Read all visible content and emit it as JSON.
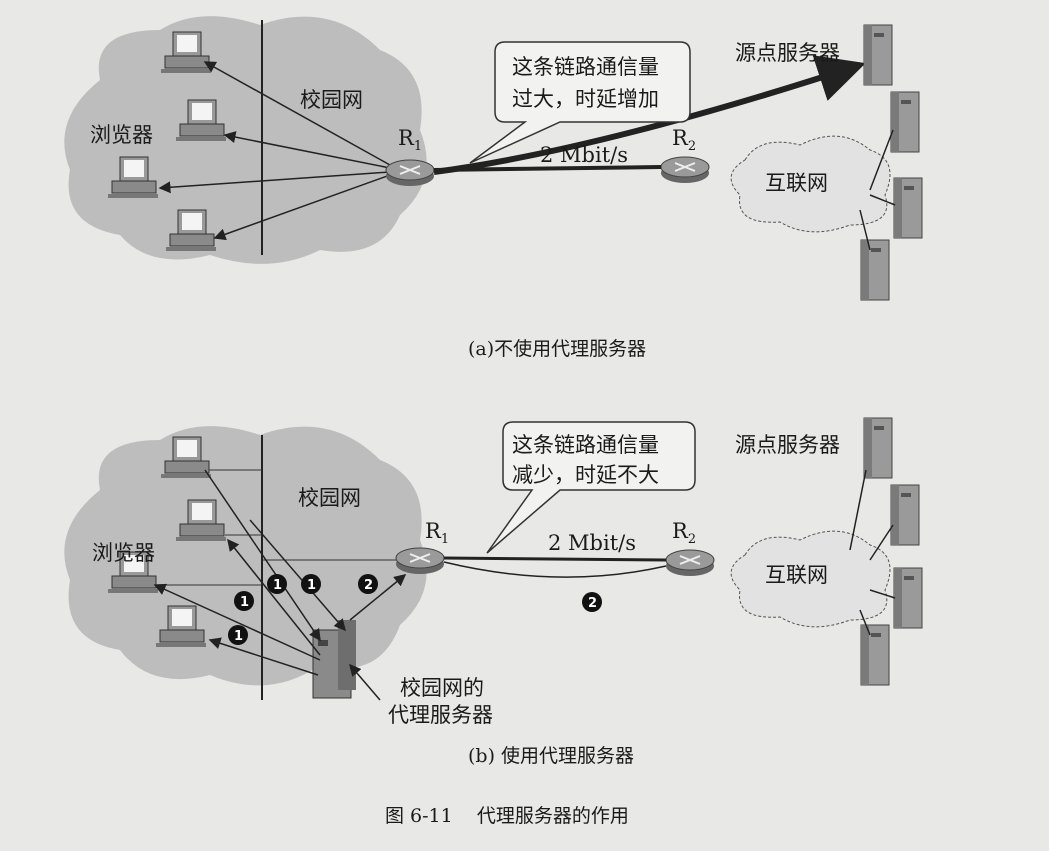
{
  "panel_a": {
    "callout": [
      "这条链路通信量",
      "过大，时延增加"
    ],
    "origin_server": "源点服务器",
    "campus_net": "校园网",
    "browser": "浏览器",
    "r1": "R",
    "r1_sub": "1",
    "r2": "R",
    "r2_sub": "2",
    "link_speed": "2 Mbit/s",
    "internet": "互联网",
    "caption": "(a)不使用代理服务器"
  },
  "panel_b": {
    "callout": [
      "这条链路通信量",
      "减少，时延不大"
    ],
    "origin_server": "源点服务器",
    "campus_net": "校园网",
    "browser": "浏览器",
    "r1": "R",
    "r1_sub": "1",
    "r2": "R",
    "r2_sub": "2",
    "link_speed": "2 Mbit/s",
    "internet": "互联网",
    "proxy_label": [
      "校园网的",
      "代理服务器"
    ],
    "step1": "1",
    "step2": "2",
    "caption": "(b) 使用代理服务器"
  },
  "figure_caption": "图 6-11    代理服务器的作用",
  "colors": {
    "cloud": "#b9b9b9",
    "line": "#222222",
    "paper": "#e8e8e6"
  }
}
